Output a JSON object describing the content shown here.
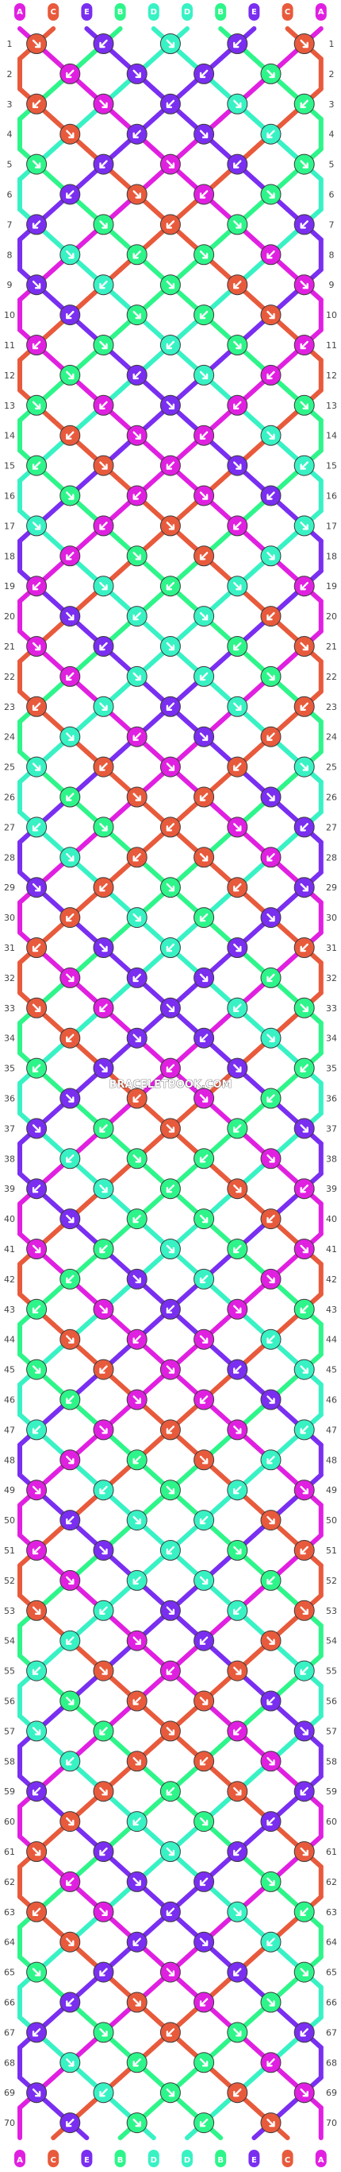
{
  "pattern": {
    "watermark": "BRACELETBOOK.COM",
    "strands": [
      "A",
      "C",
      "E",
      "B",
      "D",
      "D",
      "B",
      "E",
      "C",
      "A"
    ],
    "colors": {
      "A": "#e020e0",
      "B": "#2ef58a",
      "C": "#e85a3c",
      "D": "#38f2c4",
      "E": "#7a2ef0"
    },
    "rows": [
      "1",
      "2",
      "3",
      "4",
      "5",
      "6",
      "7",
      "8",
      "9",
      "10",
      "11",
      "12",
      "13",
      "14",
      "15",
      "16",
      "17",
      "18",
      "19",
      "20",
      "21",
      "22",
      "23",
      "24",
      "25",
      "26",
      "27",
      "28",
      "29",
      "30",
      "31",
      "32",
      "33",
      "34",
      "35",
      "36",
      "37",
      "38",
      "39",
      "40",
      "41",
      "42",
      "43",
      "44",
      "45",
      "46",
      "47",
      "48",
      "49",
      "50",
      "51",
      "52",
      "53",
      "54",
      "55",
      "56",
      "57",
      "58",
      "59",
      "60",
      "61",
      "62",
      "63",
      "64",
      "65",
      "66",
      "67",
      "68",
      "69",
      "70"
    ]
  }
}
